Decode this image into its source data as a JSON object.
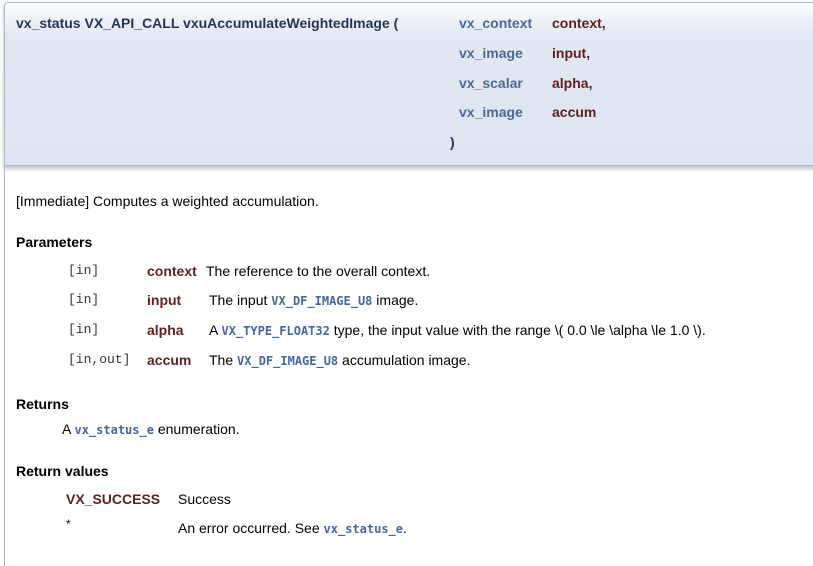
{
  "prototype": {
    "return_type": "vx_status VX_API_CALL",
    "function_name": "vxuAccumulateWeightedImage",
    "open_paren": "(",
    "close_paren": ")",
    "params": [
      {
        "type": "vx_context",
        "name": "context,"
      },
      {
        "type": "vx_image",
        "name": "input,"
      },
      {
        "type": "vx_scalar",
        "name": "alpha,"
      },
      {
        "type": "vx_image",
        "name": "accum"
      }
    ]
  },
  "brief": "[Immediate] Computes a weighted accumulation.",
  "parameters": {
    "heading": "Parameters",
    "items": [
      {
        "dir": "[in]",
        "name": "context",
        "pre": "The reference to the overall context.",
        "code": "",
        "post": ""
      },
      {
        "dir": "[in]",
        "name": "input",
        "pre": "The input ",
        "code": "VX_DF_IMAGE_U8",
        "post": " image."
      },
      {
        "dir": "[in]",
        "name": "alpha",
        "pre": "A ",
        "code": "VX_TYPE_FLOAT32",
        "post": " type, the input value with the range \\( 0.0 \\le \\alpha \\le 1.0 \\)."
      },
      {
        "dir": "[in,out]",
        "name": "accum",
        "pre": "The ",
        "code": "VX_DF_IMAGE_U8",
        "post": " accumulation image."
      }
    ]
  },
  "returns": {
    "heading": "Returns",
    "pre": "A ",
    "code": "vx_status_e",
    "post": " enumeration."
  },
  "return_values": {
    "heading": "Return values",
    "items": [
      {
        "name": "VX_SUCCESS",
        "pre": "Success",
        "code": "",
        "post": ""
      },
      {
        "name": "*",
        "pre": "An error occurred. See ",
        "code": "vx_status_e",
        "post": "."
      }
    ]
  }
}
